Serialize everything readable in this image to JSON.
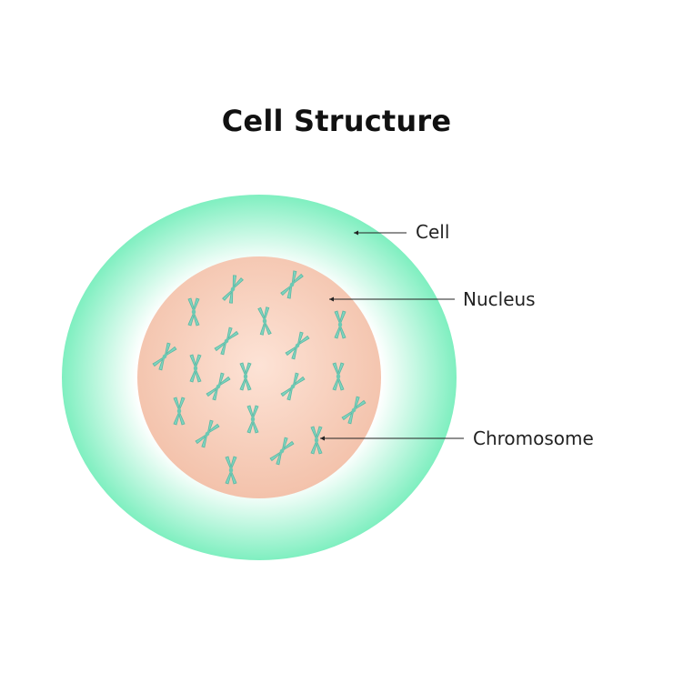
{
  "title": "Cell Structure",
  "labels": {
    "cell": "Cell",
    "nucleus": "Nucleus",
    "chromosome": "Chromosome"
  },
  "colors": {
    "cell_edge": "#7fefc0",
    "cell_center": "#ffffff",
    "nucleus_edge": "#f3c2ab",
    "nucleus_center": "#fde3d6",
    "chromosome": "#7fd4bf",
    "chromosome_outline": "#5ab8a3",
    "leader_line": "#222222"
  },
  "icons": {
    "chromosome": "chromosome-icon"
  }
}
